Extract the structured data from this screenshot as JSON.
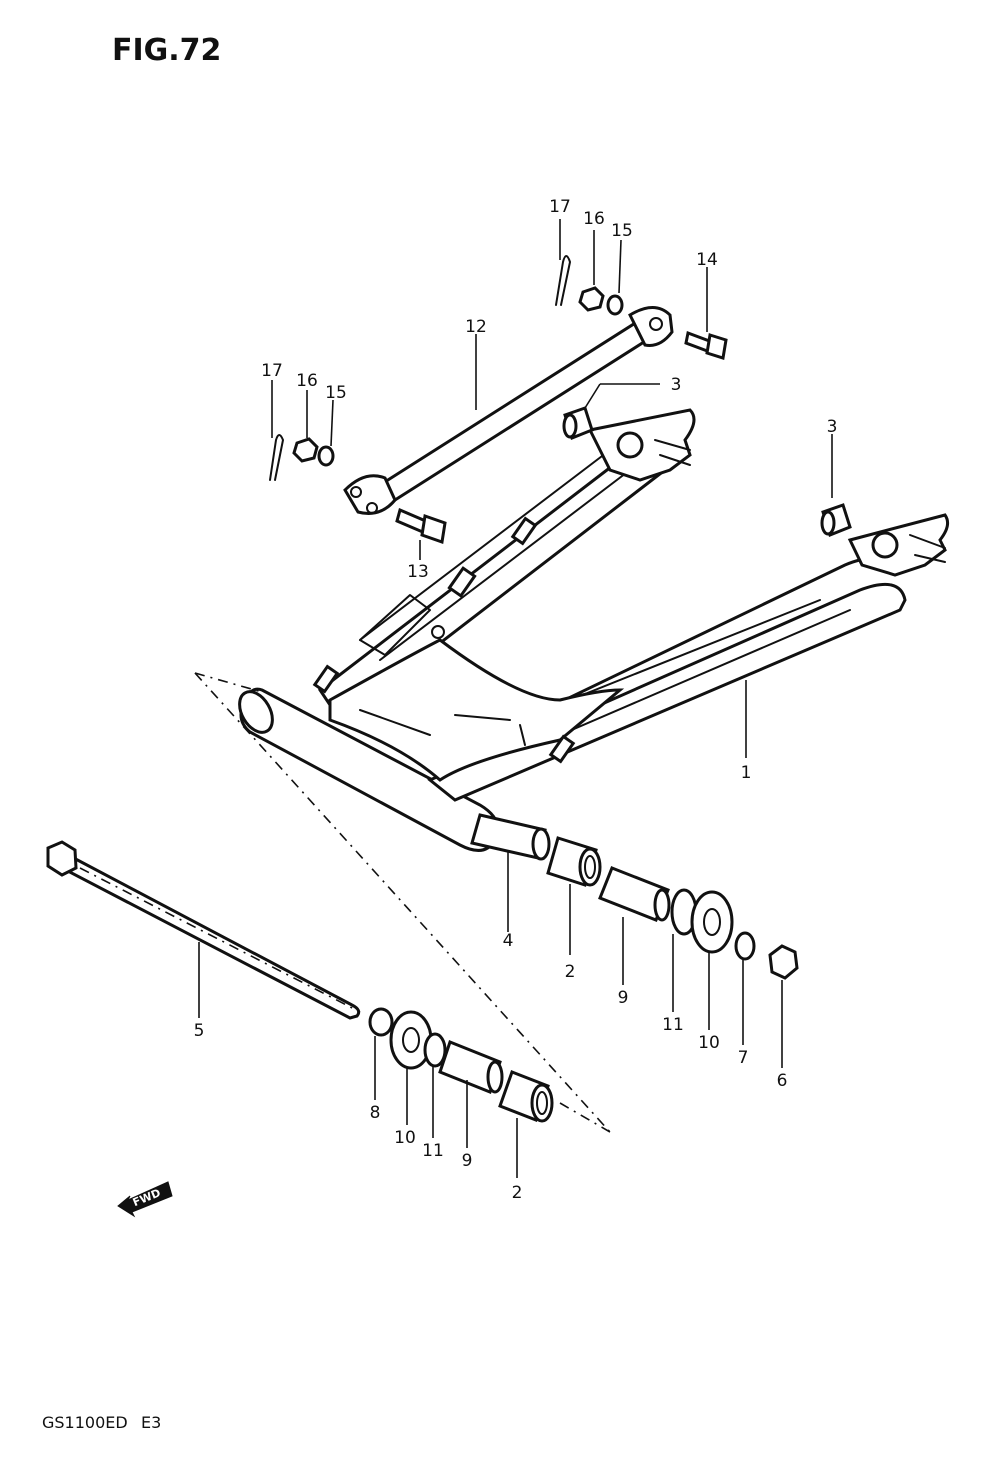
{
  "figure": {
    "title": "FIG.72",
    "model_code": "GS1100ED",
    "region_code": "E3",
    "direction_marker": "FWD"
  },
  "callouts": [
    {
      "id": "c1",
      "text": "1"
    },
    {
      "id": "c2a",
      "text": "2"
    },
    {
      "id": "c2b",
      "text": "2"
    },
    {
      "id": "c3a",
      "text": "3"
    },
    {
      "id": "c3b",
      "text": "3"
    },
    {
      "id": "c4",
      "text": "4"
    },
    {
      "id": "c5",
      "text": "5"
    },
    {
      "id": "c6",
      "text": "6"
    },
    {
      "id": "c7",
      "text": "7"
    },
    {
      "id": "c8",
      "text": "8"
    },
    {
      "id": "c9a",
      "text": "9"
    },
    {
      "id": "c9b",
      "text": "9"
    },
    {
      "id": "c10a",
      "text": "10"
    },
    {
      "id": "c10b",
      "text": "10"
    },
    {
      "id": "c11a",
      "text": "11"
    },
    {
      "id": "c11b",
      "text": "11"
    },
    {
      "id": "c12",
      "text": "12"
    },
    {
      "id": "c13",
      "text": "13"
    },
    {
      "id": "c14",
      "text": "14"
    },
    {
      "id": "c15a",
      "text": "15"
    },
    {
      "id": "c15b",
      "text": "15"
    },
    {
      "id": "c16a",
      "text": "16"
    },
    {
      "id": "c16b",
      "text": "16"
    },
    {
      "id": "c17a",
      "text": "17"
    },
    {
      "id": "c17b",
      "text": "17"
    }
  ]
}
